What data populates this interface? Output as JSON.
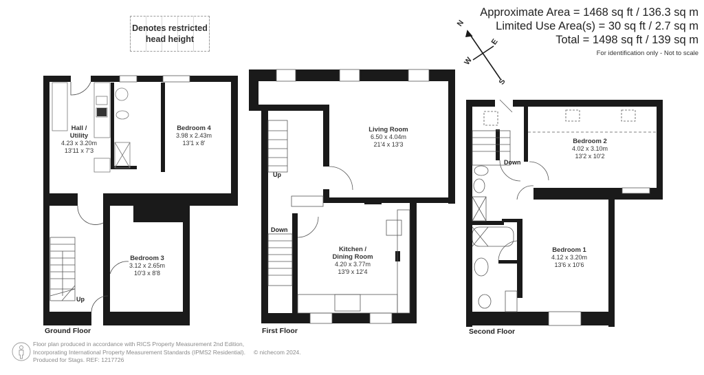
{
  "area_summary": {
    "approximate_area": "Approximate Area = 1468 sq ft / 136.3 sq m",
    "limited_use_area": "Limited Use Area(s) = 30 sq ft / 2.7 sq m",
    "total": "Total = 1498 sq ft / 139 sq m",
    "note": "For identification only - Not to scale"
  },
  "legend": {
    "line1": "Denotes restricted",
    "line2": "head height"
  },
  "compass": {
    "north": "N",
    "east": "E",
    "south": "S",
    "west": "W"
  },
  "floors": [
    {
      "label": "Ground Floor",
      "rooms": [
        {
          "name": "Hall /",
          "name2": "Utility",
          "metric": "4.23 x 3.20m",
          "imperial": "13'11 x 7'3"
        },
        {
          "name": "Bedroom 4",
          "metric": "3.98 x 2.43m",
          "imperial": "13'1 x 8'"
        },
        {
          "name": "Bedroom 3",
          "metric": "3.12 x 2.65m",
          "imperial": "10'3 x 8'8"
        }
      ],
      "stairs": [
        "Up"
      ]
    },
    {
      "label": "First Floor",
      "rooms": [
        {
          "name": "Living Room",
          "metric": "6.50 x 4.04m",
          "imperial": "21'4 x 13'3"
        },
        {
          "name": "Kitchen /",
          "name2": "Dining Room",
          "metric": "4.20 x 3.77m",
          "imperial": "13'9 x 12'4"
        }
      ],
      "stairs": [
        "Up",
        "Down"
      ]
    },
    {
      "label": "Second Floor",
      "rooms": [
        {
          "name": "Bedroom 2",
          "metric": "4.02 x 3.10m",
          "imperial": "13'2 x 10'2"
        },
        {
          "name": "Bedroom 1",
          "metric": "4.12 x 3.20m",
          "imperial": "13'6 x 10'6"
        }
      ],
      "stairs": [
        "Down"
      ]
    }
  ],
  "footer": {
    "line1": "Floor plan produced in accordance with RICS Property Measurement 2nd Edition,",
    "line2": "Incorporating International Property Measurement Standards (IPMS2 Residential).",
    "brand": "© nichecom 2024.",
    "line3": "Produced for Stags.   REF: 1217726"
  },
  "colors": {
    "wall": "#1a1a1a",
    "fixture": "#7a7a7a",
    "text": "#2a2a2a",
    "footer_text": "#8a8a8a"
  }
}
